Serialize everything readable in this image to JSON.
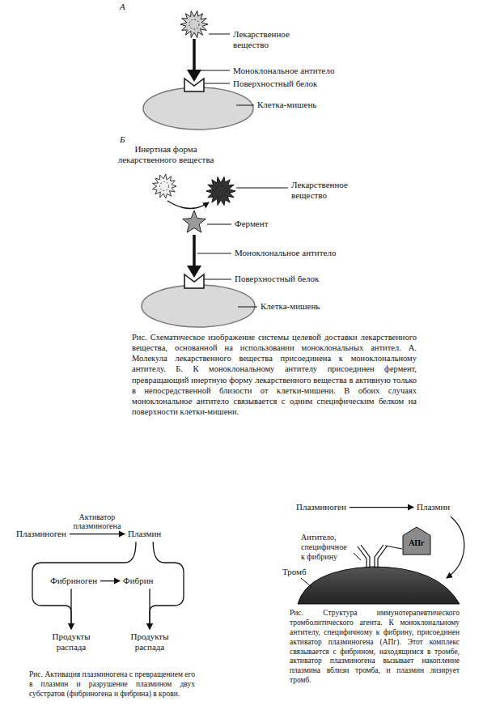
{
  "diagram": {
    "caption": "Рис. Схематическое изображение системы целевой доставки лекарственного вещества, основанной на использовании моноклональных антител. А. Молекула лекарственного вещества присоединена к моноклональному антителу. Б. К моноклональному антителу присоединен фермент, превращающий инертную форму лекарственного вещества в активную только в непосредственной близости от клетки-мишени. В обоих случаях моноклональное антитело связывается с одним специфическим белком на поверхности клетки-мишени.",
    "nodes": [
      {
        "text": [
          "Плазминоген"
        ]
      },
      {
        "text": [
          "Плазмин"
        ]
      },
      {
        "text": [
          "Фибриноген"
        ]
      },
      {
        "text": [
          "Фибрин"
        ]
      },
      {
        "text": [
          "Продукты распада"
        ]
      },
      {
        "text": [
          "Продукты распада"
        ]
      },
      {
        "text": [
          "Плазминоген"
        ]
      },
      {
        "text": [
          "Плазмин"
        ]
      },
      {
        "text": [
          "АПг"
        ]
      }
    ],
    "edges": [
      {
        "from": 0,
        "to": 1,
        "arrow": "to",
        "label": "Активатор плазминогена"
      },
      {
        "from": 2,
        "to": 3,
        "arrow": "to"
      },
      {
        "from": 2,
        "to": 4,
        "arrow": "to"
      },
      {
        "from": 3,
        "to": 5,
        "arrow": "to"
      },
      {
        "from": 1,
        "to": 4,
        "arrow": "to"
      },
      {
        "from": 1,
        "to": 5,
        "arrow": "to"
      },
      {
        "from": 6,
        "to": 7,
        "arrow": "to"
      }
    ],
    "labels": [
      "А",
      "Лекарственное вещество",
      "Моноклональное антитело",
      "Поверхностный белок",
      "Клетка-мишень",
      "Б",
      "Инертная форма лекарственного вещества",
      "Лекарственное вещество",
      "Фермент",
      "Моноклональное антитело",
      "Поверхностный белок",
      "Клетка-мишень",
      "Рис. Активация плазминогена с превращением его в плазмин и разрушение плазмином двух субстратов (фибриногена и фибрина) в крови.",
      "Антитело, специфичное к фибрину",
      "Тромб",
      "Рис. Структура иммунотерапевтического тромболитического агента. К моноклональному антителу, специфичному к фибрину, присоединен активатор плазминогена (АПг). Этот комплекс связывается с фибрином, находящимся в тромбе, активатор плазминогена вызывает накопление плазмина вблизи тромба, и плазмин лизирует тромб."
    ]
  }
}
